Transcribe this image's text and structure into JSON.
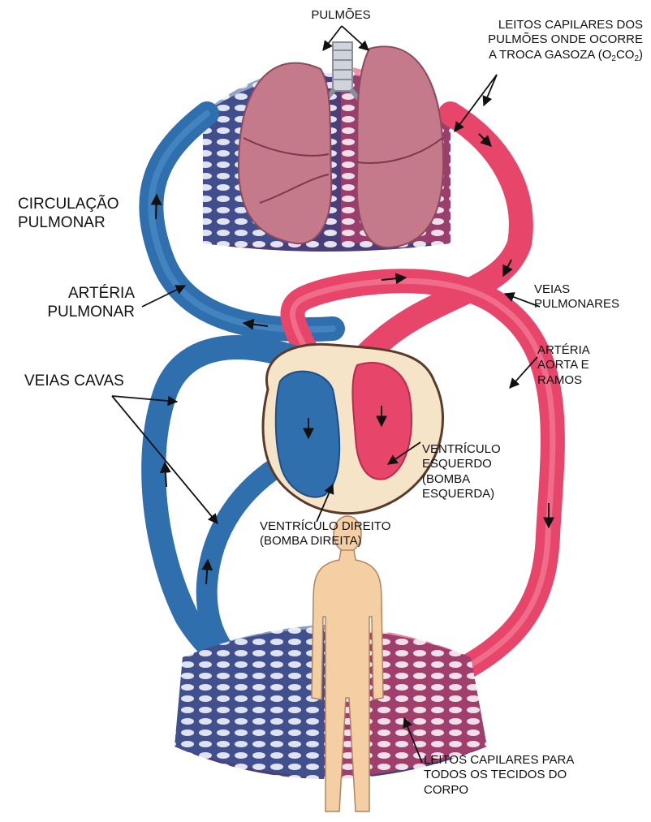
{
  "labels": {
    "pulmoes": "PULMÕES",
    "leitos_pulmoes": {
      "l1": "LEITOS CAPILARES DOS",
      "l2": "PULMÕES ONDE OCORRE",
      "l3_pre": "A TROCA GASOZA (O",
      "l3_sub1": "2",
      "l3_mid": "CO",
      "l3_sub2": "2",
      "l3_end": ")"
    },
    "circulacao_pulmonar": {
      "l1": "CIRCULAÇÃO",
      "l2": "PULMONAR"
    },
    "arteria_pulmonar": {
      "l1": "ARTÉRIA",
      "l2": "PULMONAR"
    },
    "veias_pulmonares": {
      "l1": "VEIAS",
      "l2": "PULMONARES"
    },
    "arteria_aorta": {
      "l1": "ARTÉRIA",
      "l2": "AORTA E",
      "l3": "RAMOS"
    },
    "veias_cavas": "VEIAS CAVAS",
    "ventriculo_esquerdo": {
      "l1": "VENTRÍCULO",
      "l2": "ESQUERDO",
      "l3": "(BOMBA",
      "l4": "ESQUERDA)"
    },
    "ventriculo_direito": {
      "l1": "VENTRÍCULO DIREITO",
      "l2": "(BOMBA DIREITA)"
    },
    "leitos_corpo": {
      "l1": "LEITOS CAPILARES PARA",
      "l2": "TODOS OS TECIDOS DO",
      "l3": "CORPO"
    }
  },
  "colors": {
    "venous_blue": "#2f6fae",
    "venous_dark": "#1d4f86",
    "arterial_red": "#e8456b",
    "arterial_dark": "#b92a4c",
    "lung_pink": "#c57a8c",
    "lung_shadow": "#a25a6e",
    "capillary_purple": "#4b3f7a",
    "heart_cream": "#f6e4c8",
    "body_skin": "#f4cfa3"
  }
}
